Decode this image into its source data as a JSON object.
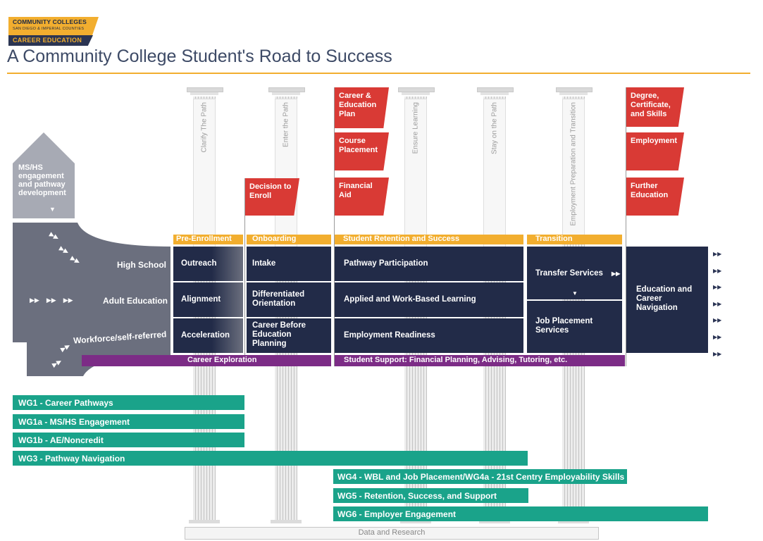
{
  "logo": {
    "line1": "COMMUNITY COLLEGES",
    "line2": "SAN DIEGO & IMPERIAL COUNTIES",
    "line3": "CAREER EDUCATION"
  },
  "title": "A Community College Student's Road to Success",
  "pillars": [
    "Clarify The Path",
    "Enter the Path",
    "Ensure Learning",
    "Stay on the Path",
    "Employment Preparation and Transition"
  ],
  "base_label": "Data and Research",
  "msbox": "MS/HS engagement and pathway development",
  "flags": {
    "decision": "Decision to Enroll",
    "career_plan": "Career & Education Plan",
    "course": "Course Placement",
    "financial": "Financial Aid",
    "degree": "Degree, Certificate, and Skills",
    "employment": "Employment",
    "further": "Further Education"
  },
  "phases": {
    "pre_enrollment": "Pre-Enrollment",
    "onboarding": "Onboarding",
    "retention": "Student Retention and Success",
    "transition": "Transition"
  },
  "entry_roads": [
    "High School",
    "Adult Education",
    "Workforce/self-referred"
  ],
  "col_pre": [
    "Outreach",
    "Alignment",
    "Acceleration"
  ],
  "col_onboard": [
    "Intake",
    "Differentiated Orientation",
    "Career Before Education Planning"
  ],
  "col_retention": [
    "Pathway Participation",
    "Applied and Work-Based Learning",
    "Employment Readiness"
  ],
  "col_transition": [
    "Transfer Services",
    "Job Placement Services"
  ],
  "outcome": "Education and Career Navigation",
  "career_exploration": "Career Exploration",
  "student_support": "Student Support: Financial Planning, Advising, Tutoring, etc.",
  "workgroups": [
    "WG1 - Career Pathways",
    "WG1a - MS/HS Engagement",
    "WG1b - AE/Noncredit",
    "WG3 - Pathway Navigation",
    "WG4 - WBL and Job Placement/WG4a - 21st Centry Employability Skills",
    "WG5 - Retention, Success, and Support",
    "WG6 - Employer Engagement"
  ],
  "colors": {
    "navy": "#222b48",
    "orange": "#f2ae2f",
    "red": "#d93a35",
    "purple": "#7c2c86",
    "green": "#1aa38a",
    "road": "#6b6f7e"
  }
}
